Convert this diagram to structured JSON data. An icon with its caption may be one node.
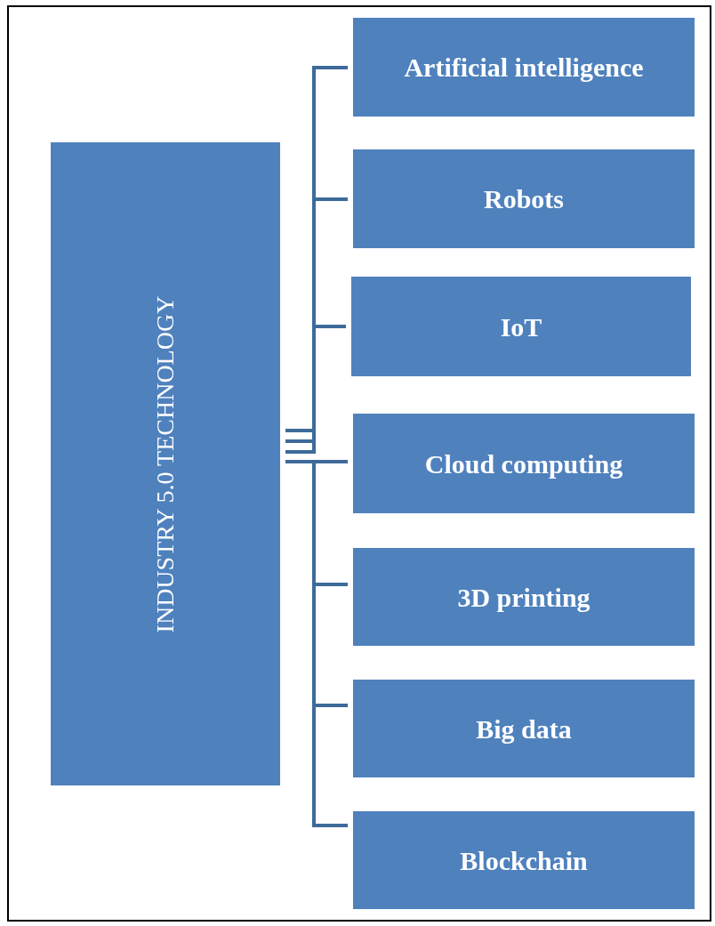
{
  "diagram": {
    "nodes": [
      {
        "text": [
          "INDUSTRY 5.0 TECHNOLOGY"
        ]
      },
      {
        "text": [
          "Artificial intelligence"
        ]
      },
      {
        "text": [
          "Robots"
        ]
      },
      {
        "text": [
          "IoT"
        ]
      },
      {
        "text": [
          "Cloud computing"
        ]
      },
      {
        "text": [
          "3D printing"
        ]
      },
      {
        "text": [
          "Big data"
        ]
      },
      {
        "text": [
          "Blockchain"
        ]
      }
    ],
    "edges": [
      {
        "from": 0,
        "to": 1,
        "arrow": "none"
      },
      {
        "from": 0,
        "to": 2,
        "arrow": "none"
      },
      {
        "from": 0,
        "to": 3,
        "arrow": "none"
      },
      {
        "from": 0,
        "to": 4,
        "arrow": "none"
      },
      {
        "from": 0,
        "to": 5,
        "arrow": "none"
      },
      {
        "from": 0,
        "to": 6,
        "arrow": "none"
      },
      {
        "from": 0,
        "to": 7,
        "arrow": "none"
      }
    ]
  }
}
